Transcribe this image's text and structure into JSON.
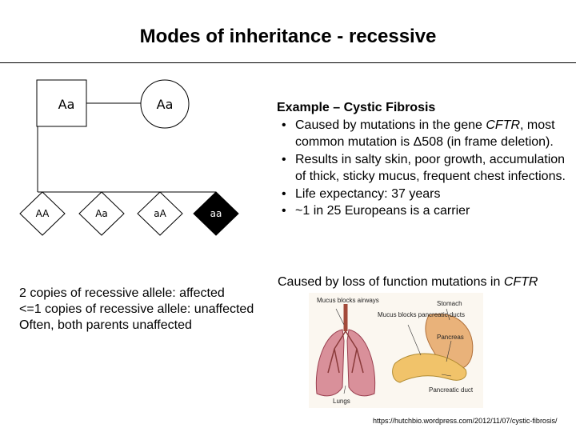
{
  "title": "Modes of inheritance - recessive",
  "pedigree": {
    "parents": {
      "father_genotype": "Aa",
      "mother_genotype": "Aa"
    },
    "children": [
      {
        "genotype": "AA",
        "affected": false
      },
      {
        "genotype": "Aa",
        "affected": false
      },
      {
        "genotype": "aA",
        "affected": false
      },
      {
        "genotype": "aa",
        "affected": true
      }
    ]
  },
  "example": {
    "heading": "Example – Cystic Fibrosis",
    "bullet1_a": "Caused by mutations in the gene ",
    "bullet1_gene": "CFTR",
    "bullet1_b": ", most common mutation is Δ508 (in frame deletion).",
    "bullet2": "Results in salty skin, poor growth, accumulation of thick, sticky mucus, frequent chest infections.",
    "bullet3": "Life expectancy: 37 years",
    "bullet4": "~1 in 25 Europeans is a carrier"
  },
  "caused_by": {
    "text": "Caused by loss of function mutations in ",
    "gene": "CFTR"
  },
  "rules": {
    "line1": "2 copies of recessive allele: affected",
    "line2": "<=1 copies of recessive allele: unaffected",
    "line3": "Often, both parents unaffected"
  },
  "figure": {
    "label_mucus_airways": "Mucus blocks airways",
    "label_mucus_ducts": "Mucus blocks pancreatic ducts",
    "label_stomach": "Stomach",
    "label_pancreas": "Pancreas",
    "label_pancreatic_duct": "Pancreatic duct",
    "label_lungs": "Lungs"
  },
  "source": "https://hutchbio.wordpress.com/2012/11/07/cystic-fibrosis/"
}
